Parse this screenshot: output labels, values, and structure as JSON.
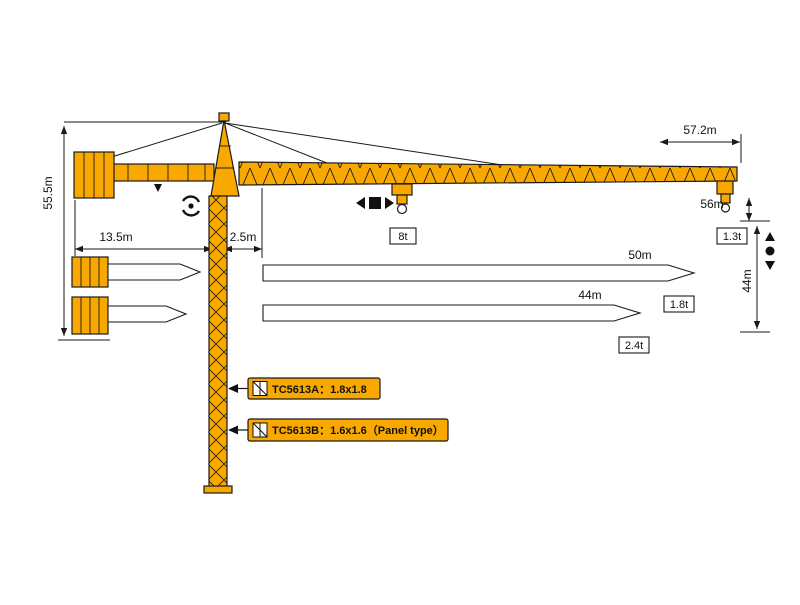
{
  "colors": {
    "crane_yellow": "#F9A800",
    "outline": "#1a1a1a",
    "box_bg": "#ffffff"
  },
  "dims": {
    "jib_full_length": "57.2m",
    "tower_height": "55.5m",
    "counter_jib_length": "13.5m",
    "rear_offset": "2.5m",
    "mid_capacity": "8t",
    "tip_working_radius": "56m",
    "tip_capacity": "1.3t",
    "hook_height_44": "44m"
  },
  "jib_options": [
    {
      "length": "50m",
      "tip_capacity": "1.8t"
    },
    {
      "length": "44m",
      "tip_capacity": "2.4t"
    }
  ],
  "mast_sections": [
    {
      "label": "TC5613A：1.8x1.8"
    },
    {
      "label": "TC5613B：1.6x1.6（Panel type）"
    }
  ],
  "icons": {
    "slewing": "slewing-icon",
    "trolley": "trolley-travel-icon",
    "hoist": "hoist-travel-icon"
  }
}
